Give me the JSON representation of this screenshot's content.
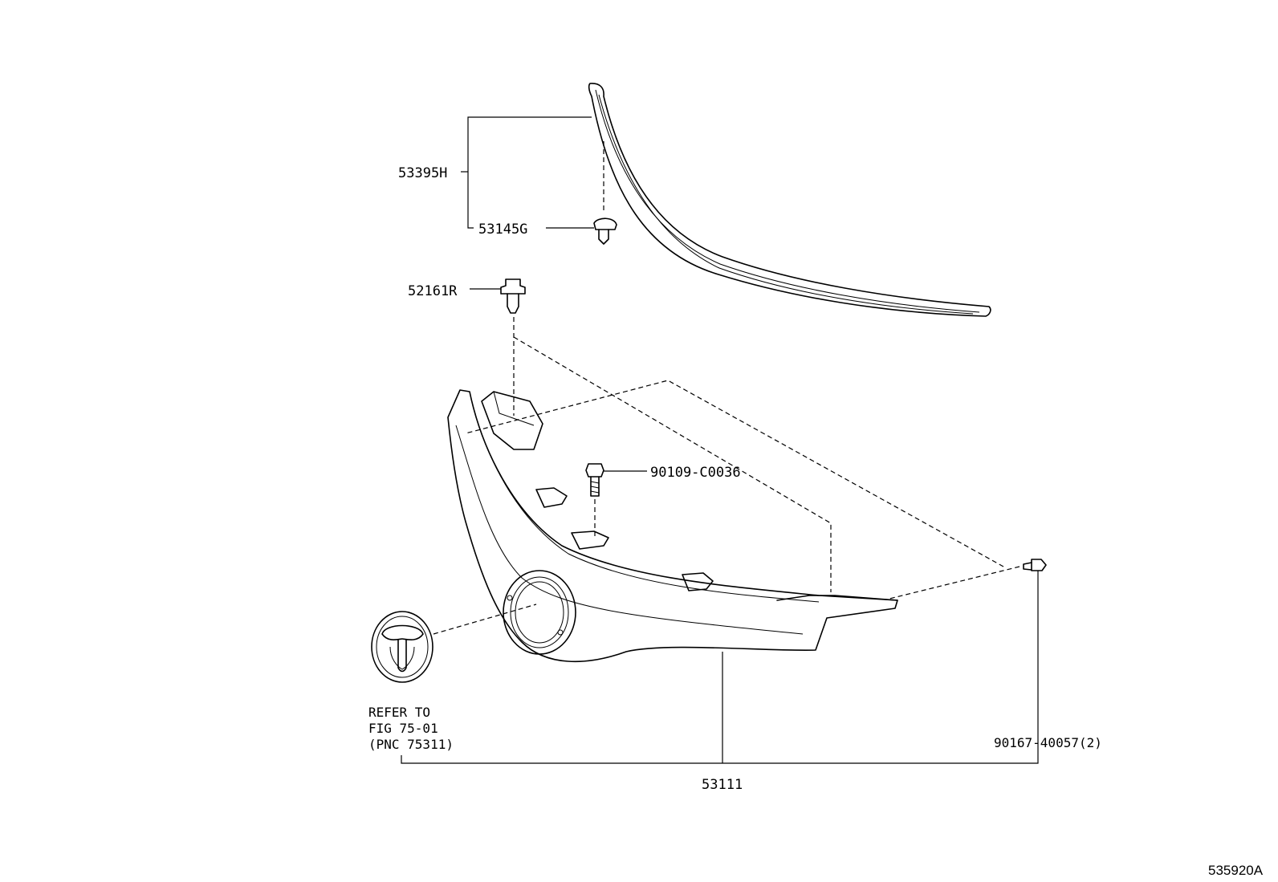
{
  "figure_id": "535920A",
  "callouts": {
    "molding_assembly": "53395H",
    "molding_clip": "53145G",
    "retainer_clip": "52161R",
    "bolt": "90109-C0036",
    "screw": "90167-40057(2)",
    "grille": "53111"
  },
  "reference_note": {
    "line1": "REFER TO",
    "line2": "FIG 75-01",
    "line3": "(PNC 75311)"
  }
}
